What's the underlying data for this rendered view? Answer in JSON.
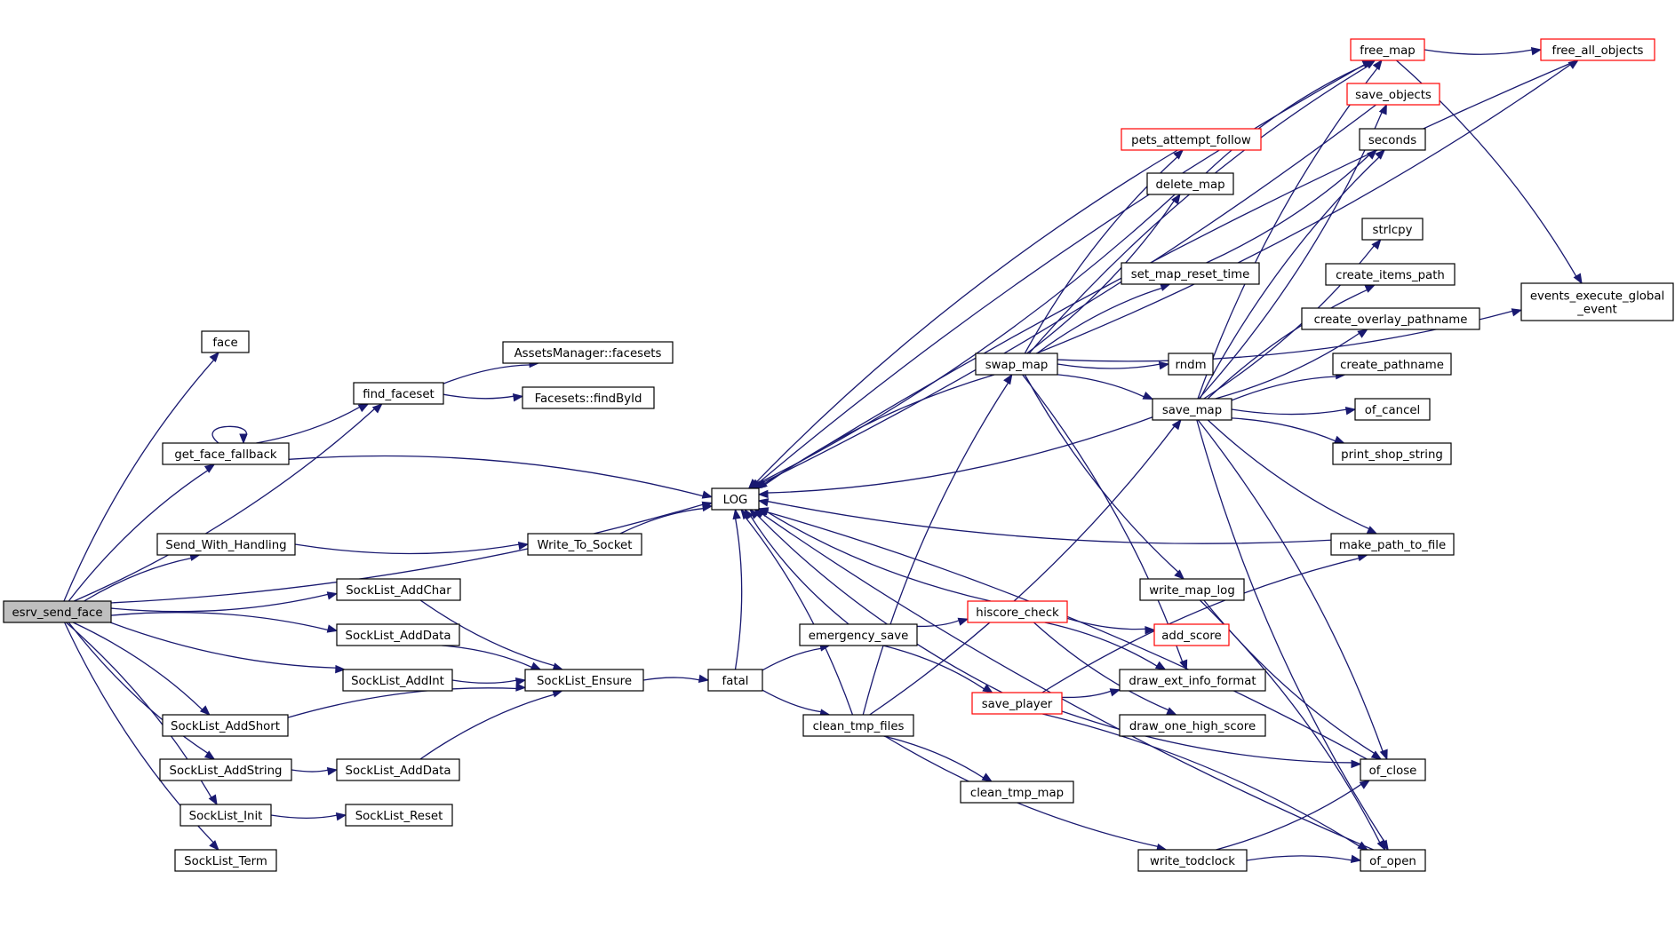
{
  "graph": {
    "nodes": [
      {
        "id": "esrv_send_face",
        "label": "esrv_send_face",
        "root": true
      },
      {
        "id": "face",
        "label": "face"
      },
      {
        "id": "find_faceset",
        "label": "find_faceset"
      },
      {
        "id": "assets_facesets",
        "label": "AssetsManager::facesets"
      },
      {
        "id": "facesets_findbyid",
        "label": "Facesets::findById"
      },
      {
        "id": "get_face_fallback",
        "label": "get_face_fallback"
      },
      {
        "id": "send_with_handling",
        "label": "Send_With_Handling"
      },
      {
        "id": "write_to_socket",
        "label": "Write_To_Socket"
      },
      {
        "id": "socklist_addchar",
        "label": "SockList_AddChar"
      },
      {
        "id": "socklist_adddata_1",
        "label": "SockList_AddData"
      },
      {
        "id": "socklist_addint",
        "label": "SockList_AddInt"
      },
      {
        "id": "socklist_addshort",
        "label": "SockList_AddShort"
      },
      {
        "id": "socklist_addstring",
        "label": "SockList_AddString"
      },
      {
        "id": "socklist_adddata_2",
        "label": "SockList_AddData"
      },
      {
        "id": "socklist_init",
        "label": "SockList_Init"
      },
      {
        "id": "socklist_reset",
        "label": "SockList_Reset"
      },
      {
        "id": "socklist_term",
        "label": "SockList_Term"
      },
      {
        "id": "socklist_ensure",
        "label": "SockList_Ensure"
      },
      {
        "id": "log",
        "label": "LOG"
      },
      {
        "id": "fatal",
        "label": "fatal"
      },
      {
        "id": "emergency_save",
        "label": "emergency_save"
      },
      {
        "id": "clean_tmp_files",
        "label": "clean_tmp_files"
      },
      {
        "id": "clean_tmp_map",
        "label": "clean_tmp_map"
      },
      {
        "id": "swap_map",
        "label": "swap_map"
      },
      {
        "id": "hiscore_check",
        "label": "hiscore_check",
        "red": true
      },
      {
        "id": "save_player",
        "label": "save_player",
        "red": true
      },
      {
        "id": "pets_attempt_follow",
        "label": "pets_attempt_follow",
        "red": true
      },
      {
        "id": "delete_map",
        "label": "delete_map"
      },
      {
        "id": "set_map_reset_time",
        "label": "set_map_reset_time"
      },
      {
        "id": "rndm",
        "label": "rndm"
      },
      {
        "id": "save_map",
        "label": "save_map"
      },
      {
        "id": "write_map_log",
        "label": "write_map_log"
      },
      {
        "id": "add_score",
        "label": "add_score",
        "red": true
      },
      {
        "id": "draw_ext_info_format",
        "label": "draw_ext_info_format"
      },
      {
        "id": "draw_one_high_score",
        "label": "draw_one_high_score"
      },
      {
        "id": "write_todclock",
        "label": "write_todclock"
      },
      {
        "id": "free_map",
        "label": "free_map",
        "red": true
      },
      {
        "id": "save_objects",
        "label": "save_objects",
        "red": true
      },
      {
        "id": "seconds",
        "label": "seconds"
      },
      {
        "id": "strlcpy",
        "label": "strlcpy"
      },
      {
        "id": "create_items_path",
        "label": "create_items_path"
      },
      {
        "id": "create_overlay_pathname",
        "label": "create_overlay_pathname"
      },
      {
        "id": "create_pathname",
        "label": "create_pathname"
      },
      {
        "id": "of_cancel",
        "label": "of_cancel"
      },
      {
        "id": "print_shop_string",
        "label": "print_shop_string"
      },
      {
        "id": "make_path_to_file",
        "label": "make_path_to_file"
      },
      {
        "id": "of_close",
        "label": "of_close"
      },
      {
        "id": "of_open",
        "label": "of_open"
      },
      {
        "id": "free_all_objects",
        "label": "free_all_objects",
        "red": true
      },
      {
        "id": "events_execute_global_event",
        "label": "events_execute_global\n_event"
      }
    ],
    "edges": [
      [
        "esrv_send_face",
        "face"
      ],
      [
        "esrv_send_face",
        "find_faceset"
      ],
      [
        "esrv_send_face",
        "get_face_fallback"
      ],
      [
        "esrv_send_face",
        "log"
      ],
      [
        "esrv_send_face",
        "send_with_handling"
      ],
      [
        "esrv_send_face",
        "socklist_addchar"
      ],
      [
        "esrv_send_face",
        "socklist_adddata_1"
      ],
      [
        "esrv_send_face",
        "socklist_addint"
      ],
      [
        "esrv_send_face",
        "socklist_addshort"
      ],
      [
        "esrv_send_face",
        "socklist_addstring"
      ],
      [
        "esrv_send_face",
        "socklist_init"
      ],
      [
        "esrv_send_face",
        "socklist_term"
      ],
      [
        "find_faceset",
        "assets_facesets"
      ],
      [
        "find_faceset",
        "facesets_findbyid"
      ],
      [
        "get_face_fallback",
        "get_face_fallback"
      ],
      [
        "get_face_fallback",
        "find_faceset"
      ],
      [
        "get_face_fallback",
        "log"
      ],
      [
        "send_with_handling",
        "write_to_socket"
      ],
      [
        "write_to_socket",
        "log"
      ],
      [
        "socklist_addchar",
        "socklist_ensure"
      ],
      [
        "socklist_adddata_1",
        "socklist_ensure"
      ],
      [
        "socklist_addint",
        "socklist_ensure"
      ],
      [
        "socklist_addshort",
        "socklist_ensure"
      ],
      [
        "socklist_addstring",
        "socklist_adddata_2"
      ],
      [
        "socklist_adddata_2",
        "socklist_ensure"
      ],
      [
        "socklist_init",
        "socklist_reset"
      ],
      [
        "socklist_ensure",
        "fatal"
      ],
      [
        "fatal",
        "log"
      ],
      [
        "fatal",
        "emergency_save"
      ],
      [
        "fatal",
        "clean_tmp_files"
      ],
      [
        "emergency_save",
        "log"
      ],
      [
        "emergency_save",
        "hiscore_check"
      ],
      [
        "emergency_save",
        "save_player"
      ],
      [
        "clean_tmp_files",
        "log"
      ],
      [
        "clean_tmp_files",
        "swap_map"
      ],
      [
        "clean_tmp_files",
        "save_map"
      ],
      [
        "clean_tmp_files",
        "clean_tmp_map"
      ],
      [
        "clean_tmp_files",
        "write_todclock"
      ],
      [
        "hiscore_check",
        "log"
      ],
      [
        "hiscore_check",
        "add_score"
      ],
      [
        "hiscore_check",
        "draw_ext_info_format"
      ],
      [
        "hiscore_check",
        "draw_one_high_score"
      ],
      [
        "save_player",
        "log"
      ],
      [
        "save_player",
        "draw_ext_info_format"
      ],
      [
        "save_player",
        "make_path_to_file"
      ],
      [
        "save_player",
        "of_close"
      ],
      [
        "save_player",
        "of_open"
      ],
      [
        "swap_map",
        "log"
      ],
      [
        "swap_map",
        "pets_attempt_follow"
      ],
      [
        "swap_map",
        "delete_map"
      ],
      [
        "swap_map",
        "set_map_reset_time"
      ],
      [
        "swap_map",
        "rndm"
      ],
      [
        "swap_map",
        "save_map"
      ],
      [
        "swap_map",
        "write_map_log"
      ],
      [
        "swap_map",
        "draw_ext_info_format"
      ],
      [
        "swap_map",
        "events_execute_global_event"
      ],
      [
        "swap_map",
        "free_map"
      ],
      [
        "swap_map",
        "free_all_objects"
      ],
      [
        "delete_map",
        "free_map"
      ],
      [
        "set_map_reset_time",
        "seconds"
      ],
      [
        "save_map",
        "log"
      ],
      [
        "save_map",
        "save_objects"
      ],
      [
        "save_map",
        "seconds"
      ],
      [
        "save_map",
        "strlcpy"
      ],
      [
        "save_map",
        "create_items_path"
      ],
      [
        "save_map",
        "create_overlay_pathname"
      ],
      [
        "save_map",
        "create_pathname"
      ],
      [
        "save_map",
        "of_cancel"
      ],
      [
        "save_map",
        "print_shop_string"
      ],
      [
        "save_map",
        "make_path_to_file"
      ],
      [
        "save_map",
        "of_close"
      ],
      [
        "save_map",
        "of_open"
      ],
      [
        "save_map",
        "free_map"
      ],
      [
        "write_map_log",
        "of_close"
      ],
      [
        "write_map_log",
        "of_open"
      ],
      [
        "write_todclock",
        "of_close"
      ],
      [
        "write_todclock",
        "of_open"
      ],
      [
        "free_map",
        "free_all_objects"
      ],
      [
        "free_map",
        "events_execute_global_event"
      ],
      [
        "free_map",
        "log"
      ],
      [
        "save_objects",
        "log"
      ],
      [
        "free_all_objects",
        "log"
      ],
      [
        "make_path_to_file",
        "log"
      ],
      [
        "of_close",
        "log"
      ],
      [
        "of_open",
        "log"
      ],
      [
        "pets_attempt_follow",
        "log"
      ],
      [
        "delete_map",
        "log"
      ]
    ]
  }
}
